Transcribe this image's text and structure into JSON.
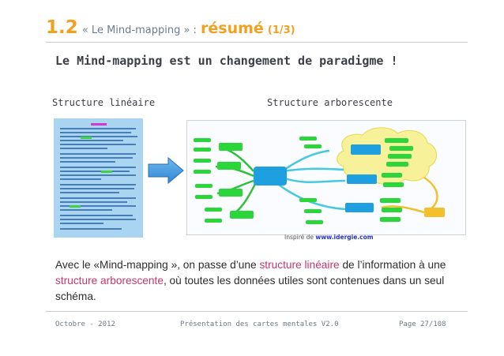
{
  "title": {
    "number": "1.2",
    "quoted": "« Le Mind-mapping » :",
    "highlight": "résumé",
    "page_part": "(1/3)"
  },
  "subtitle": "Le Mind-mapping est un changement de paradigme !",
  "labels": {
    "left": "Structure linéaire",
    "right": "Structure arborescente"
  },
  "credit": {
    "prefix": "Inspiré de",
    "link": "www.idergie.com"
  },
  "paragraph": {
    "p1": "Avec le «Mind-mapping », on passe d’une ",
    "h1": "structure linéaire",
    "p2": " de l’information à une ",
    "h2": "structure arborescente",
    "p3": ", où toutes les données utiles sont contenues dans un seul schéma."
  },
  "footer": {
    "date": "Octobre - 2012",
    "center": "Présentation des cartes mentales V2.0",
    "page": "Page 27/108"
  },
  "colors": {
    "accent": "#f2a11f",
    "highlight": "#c3366e",
    "linear_bg": "#a9d5f1",
    "center_node": "#1e9fe0",
    "branch_node": "#2ad63a",
    "cloud": "#f7f29a"
  },
  "icons": [
    "right-arrow-icon"
  ]
}
